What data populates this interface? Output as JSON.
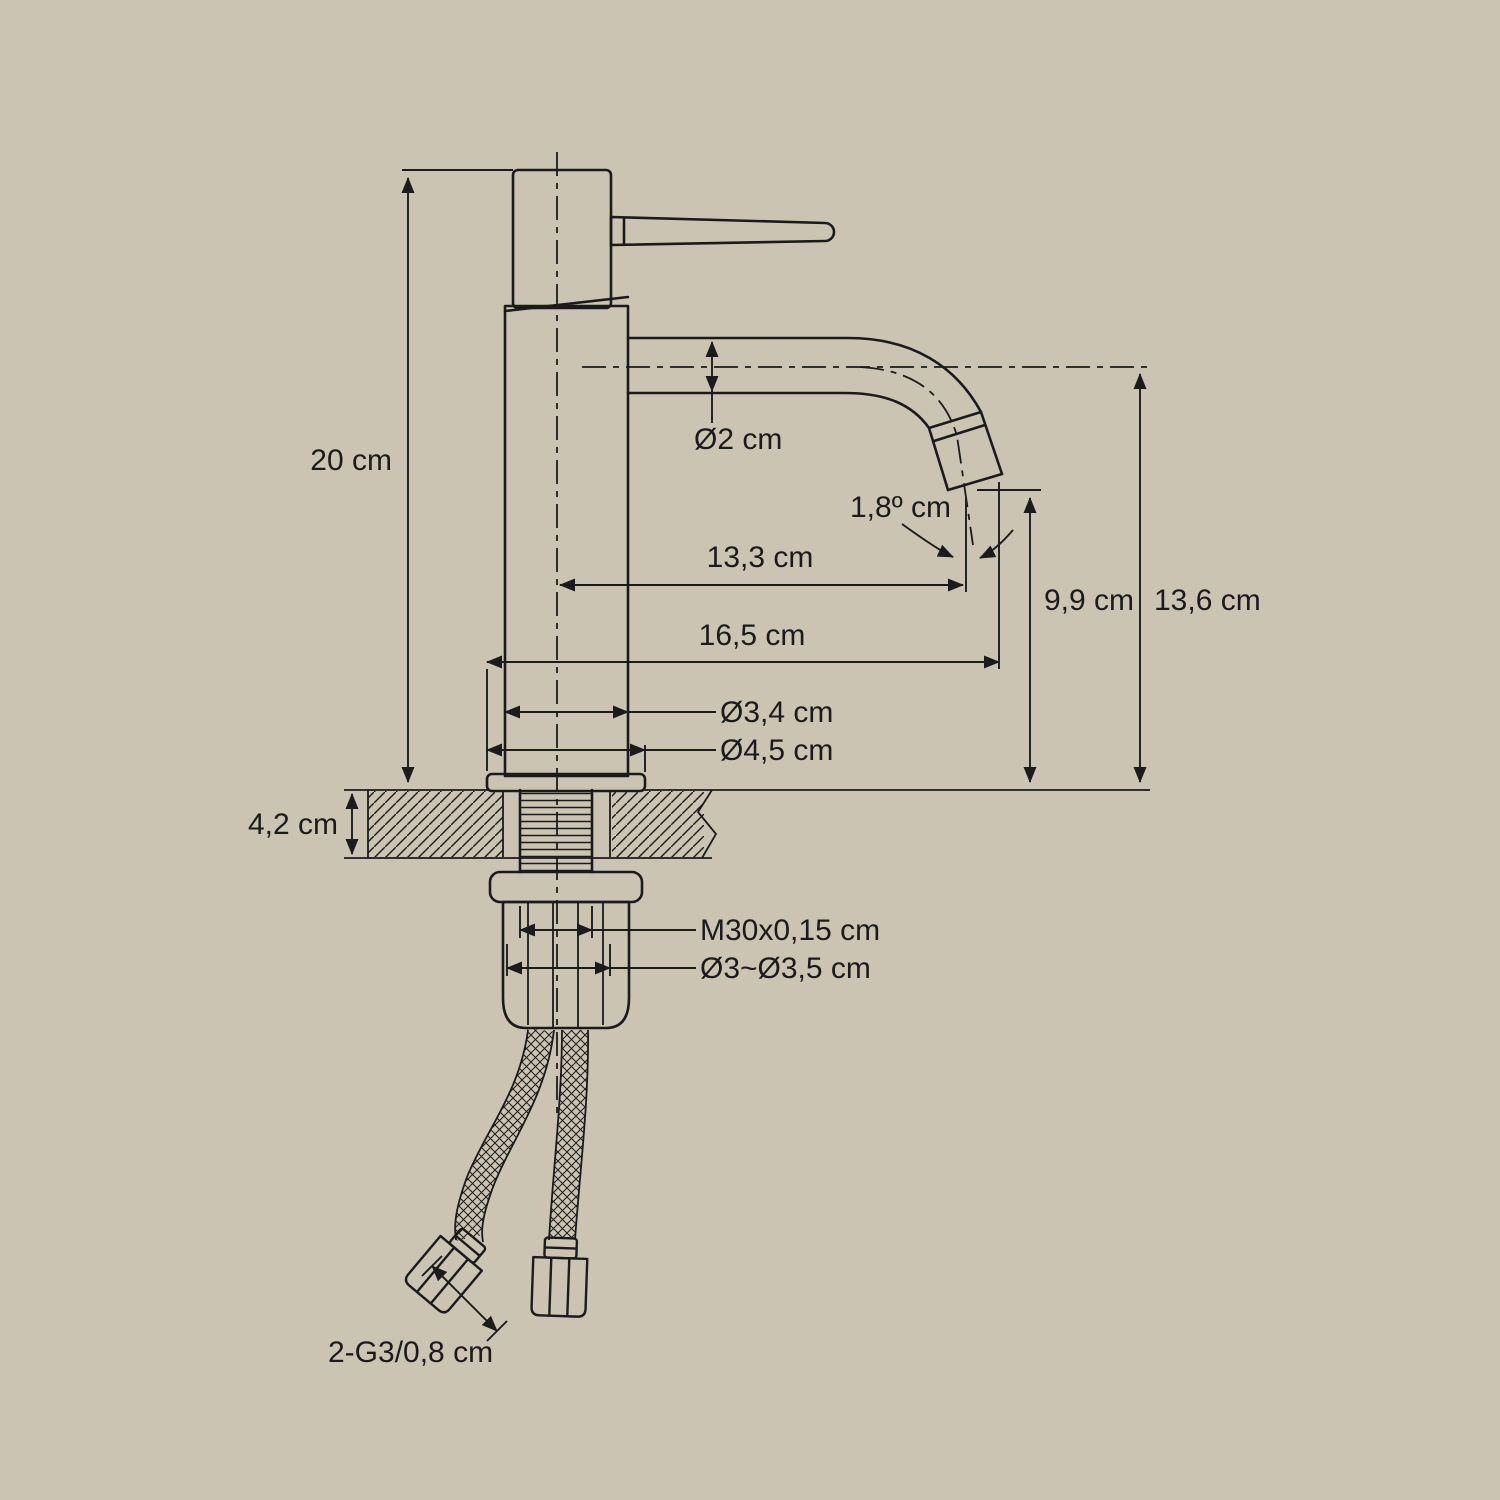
{
  "page": {
    "background_color": "#cbc4b3",
    "line_color": "#1b1b1b"
  },
  "diagram": {
    "labels": {
      "total_height": "20 cm",
      "spout_diameter": "Ø2 cm",
      "spout_tip_angle": "1,8º cm",
      "reach_to_outlet": "13,3 cm",
      "outlet_height": "9,9 cm",
      "spout_height": "13,6 cm",
      "total_reach": "16,5 cm",
      "body_diameter": "Ø3,4 cm",
      "base_diameter": "Ø4,5 cm",
      "deck_thickness": "4,2 cm",
      "thread_spec": "M30x0,15 cm",
      "hole_diameter": "Ø3~Ø3,5 cm",
      "hose_connection": "2-G3/0,8 cm"
    }
  }
}
